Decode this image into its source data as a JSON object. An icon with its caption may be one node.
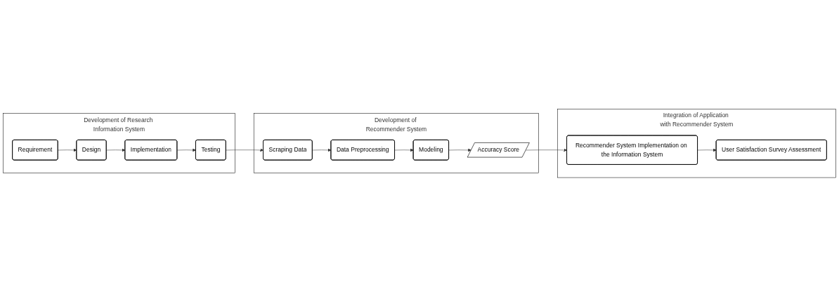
{
  "diagram": {
    "nodes": [
      {
        "text": [
          "Development of Research Information System"
        ]
      },
      {
        "text": [
          "Requirement"
        ],
        "in": 0
      },
      {
        "text": [
          "Design"
        ],
        "in": 0
      },
      {
        "text": [
          "Implementation"
        ],
        "in": 0
      },
      {
        "text": [
          "Testing"
        ],
        "in": 0
      },
      {
        "text": [
          "Development of Recommender System"
        ]
      },
      {
        "text": [
          "Scraping Data"
        ],
        "in": 5
      },
      {
        "text": [
          "Data Preprocessing"
        ],
        "in": 5
      },
      {
        "text": [
          "Modeling"
        ],
        "in": 5
      },
      {
        "text": [
          "Accuracy Score"
        ],
        "in": 5
      },
      {
        "text": [
          "Integration of Application with Recommender System"
        ]
      },
      {
        "text": [
          "Recommender System Implementation on the Information System"
        ],
        "in": 10
      },
      {
        "text": [
          "User Satisfaction Survey Assessment"
        ],
        "in": 10
      }
    ],
    "edges": [
      {
        "from": 1,
        "to": 2,
        "arrow": "to"
      },
      {
        "from": 2,
        "to": 3,
        "arrow": "to"
      },
      {
        "from": 3,
        "to": 4,
        "arrow": "to"
      },
      {
        "from": 4,
        "to": 6,
        "arrow": "to"
      },
      {
        "from": 6,
        "to": 7,
        "arrow": "to"
      },
      {
        "from": 7,
        "to": 8,
        "arrow": "to"
      },
      {
        "from": 8,
        "to": 9,
        "arrow": "to"
      },
      {
        "from": 9,
        "to": 11,
        "arrow": "to"
      },
      {
        "from": 11,
        "to": 12,
        "arrow": "to"
      }
    ]
  }
}
